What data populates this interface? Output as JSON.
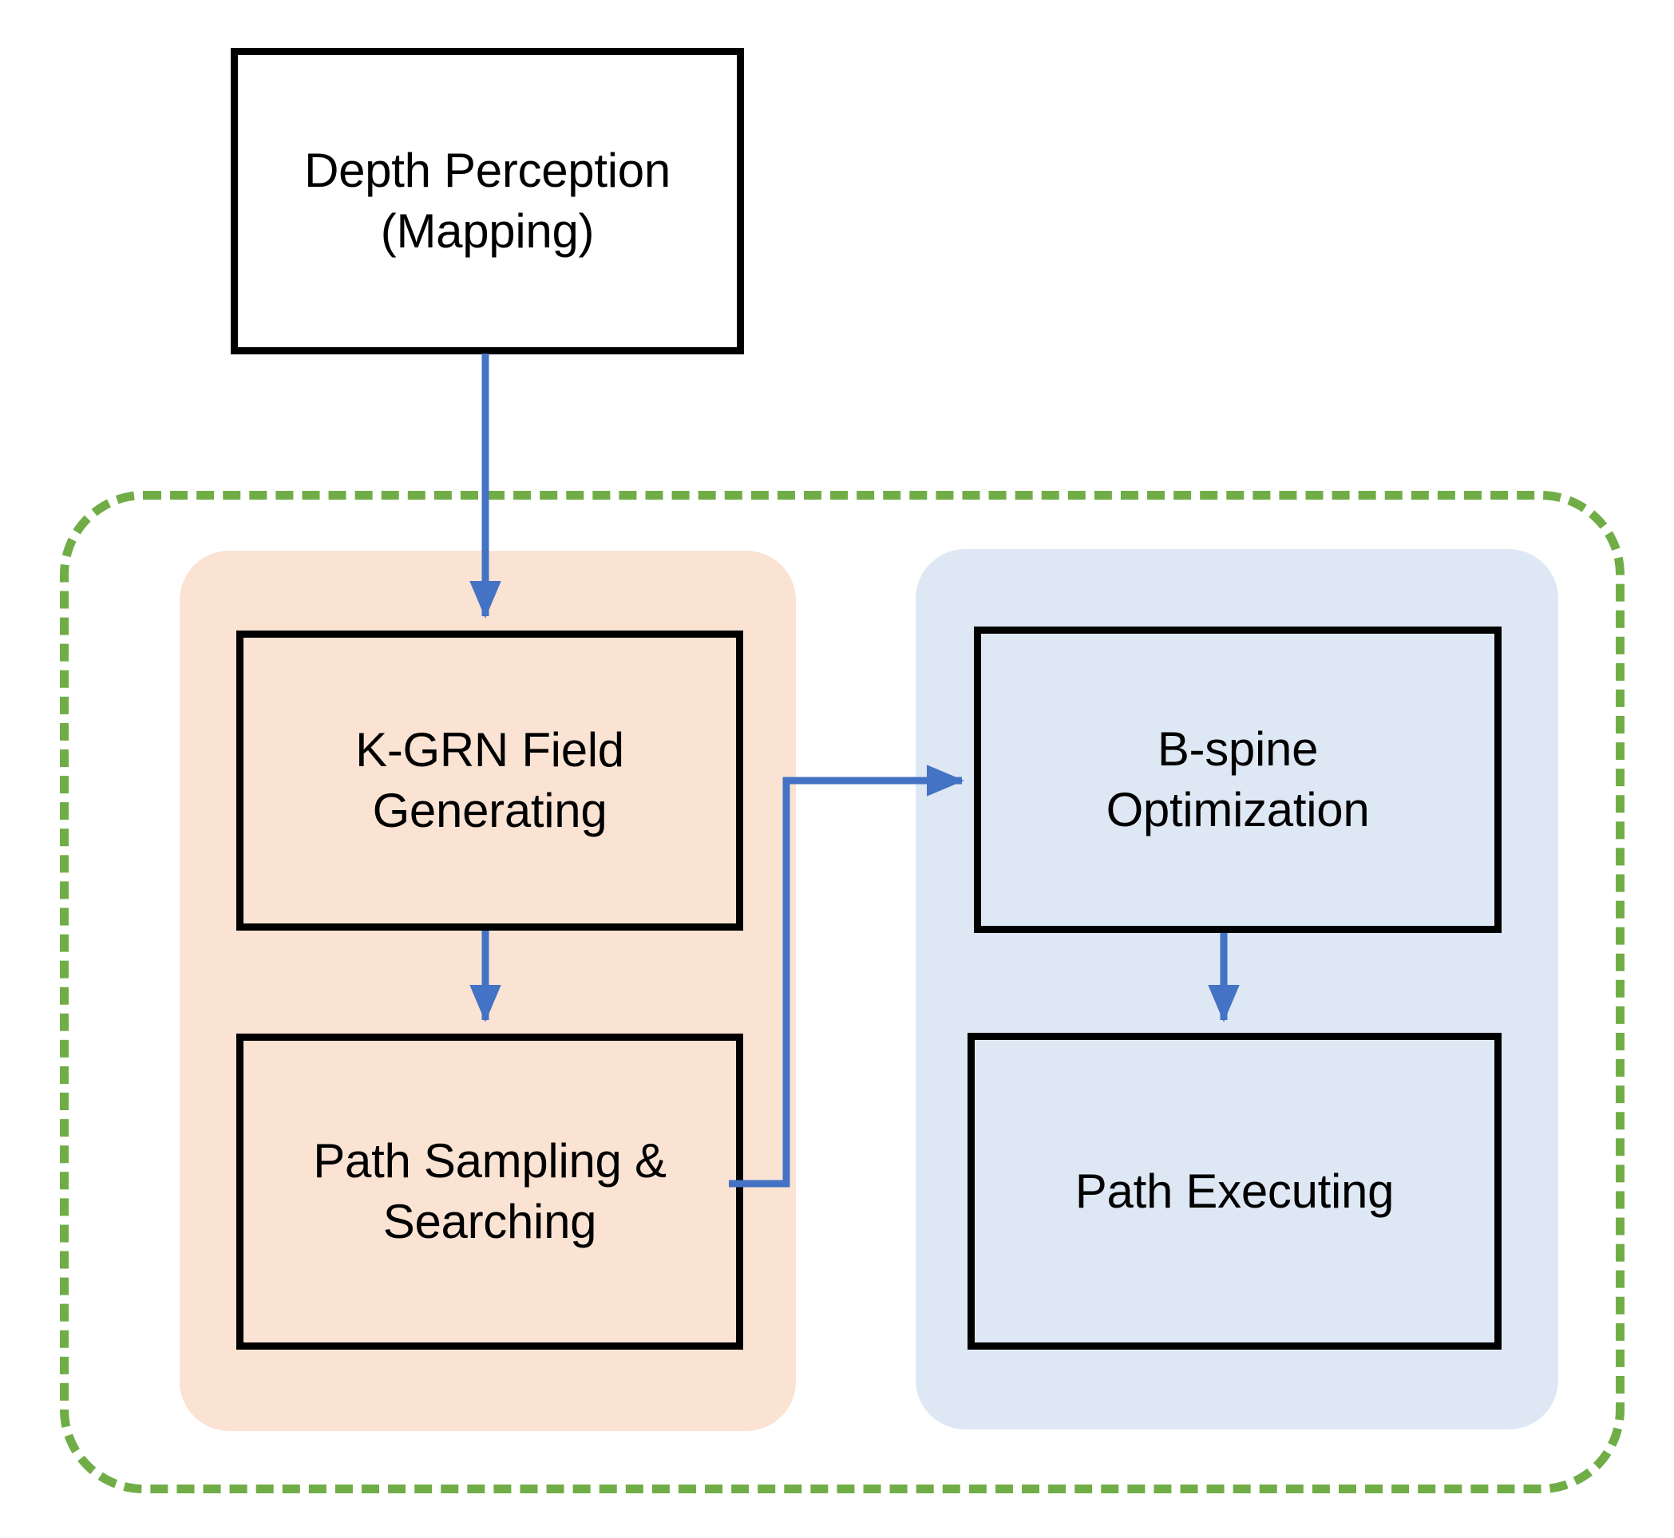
{
  "diagram": {
    "title_present": false,
    "colors": {
      "arrow_blue": "#4472C4",
      "group_green": "#70AD47",
      "panel_orange": "#FBE3D4",
      "panel_blue": "#DEE8F4",
      "node_border": "#000000",
      "background": "#FFFFFF"
    },
    "nodes": [
      {
        "id": "depth-perception",
        "label_line1": "Depth Perception",
        "label_line2": "(Mapping)",
        "shape": "rectangle",
        "fill": "#FFFFFF"
      },
      {
        "id": "kgrn-field-generating",
        "label_line1": "K-GRN Field",
        "label_line2": "Generating",
        "shape": "rectangle",
        "fill": "#FBE3D4"
      },
      {
        "id": "path-sampling-searching",
        "label_line1": "Path Sampling &",
        "label_line2": "Searching",
        "shape": "rectangle",
        "fill": "#FBE3D4"
      },
      {
        "id": "bspline-optimization",
        "label_line1": "B-spine",
        "label_line2": "Optimization",
        "shape": "rectangle",
        "fill": "#DEE8F4"
      },
      {
        "id": "path-executing",
        "label_line1": "Path Executing",
        "label_line2": "",
        "shape": "rectangle",
        "fill": "#DEE8F4"
      }
    ],
    "groups": [
      {
        "id": "planner",
        "style": "dashed",
        "color": "#70AD47",
        "label": ""
      },
      {
        "id": "field-planning",
        "style": "rounded-filled",
        "color": "#FBE3D4",
        "label": ""
      },
      {
        "id": "trajectory-execution",
        "style": "rounded-filled",
        "color": "#DEE8F4",
        "label": ""
      }
    ],
    "edges": [
      {
        "from": "depth-perception",
        "to": "kgrn-field-generating",
        "style": "straight-down",
        "label": ""
      },
      {
        "from": "kgrn-field-generating",
        "to": "path-sampling-searching",
        "style": "straight-down",
        "label": ""
      },
      {
        "from": "path-sampling-searching",
        "to": "bspline-optimization",
        "style": "elbow-right-up",
        "label": ""
      },
      {
        "from": "bspline-optimization",
        "to": "path-executing",
        "style": "straight-down",
        "label": ""
      }
    ]
  }
}
